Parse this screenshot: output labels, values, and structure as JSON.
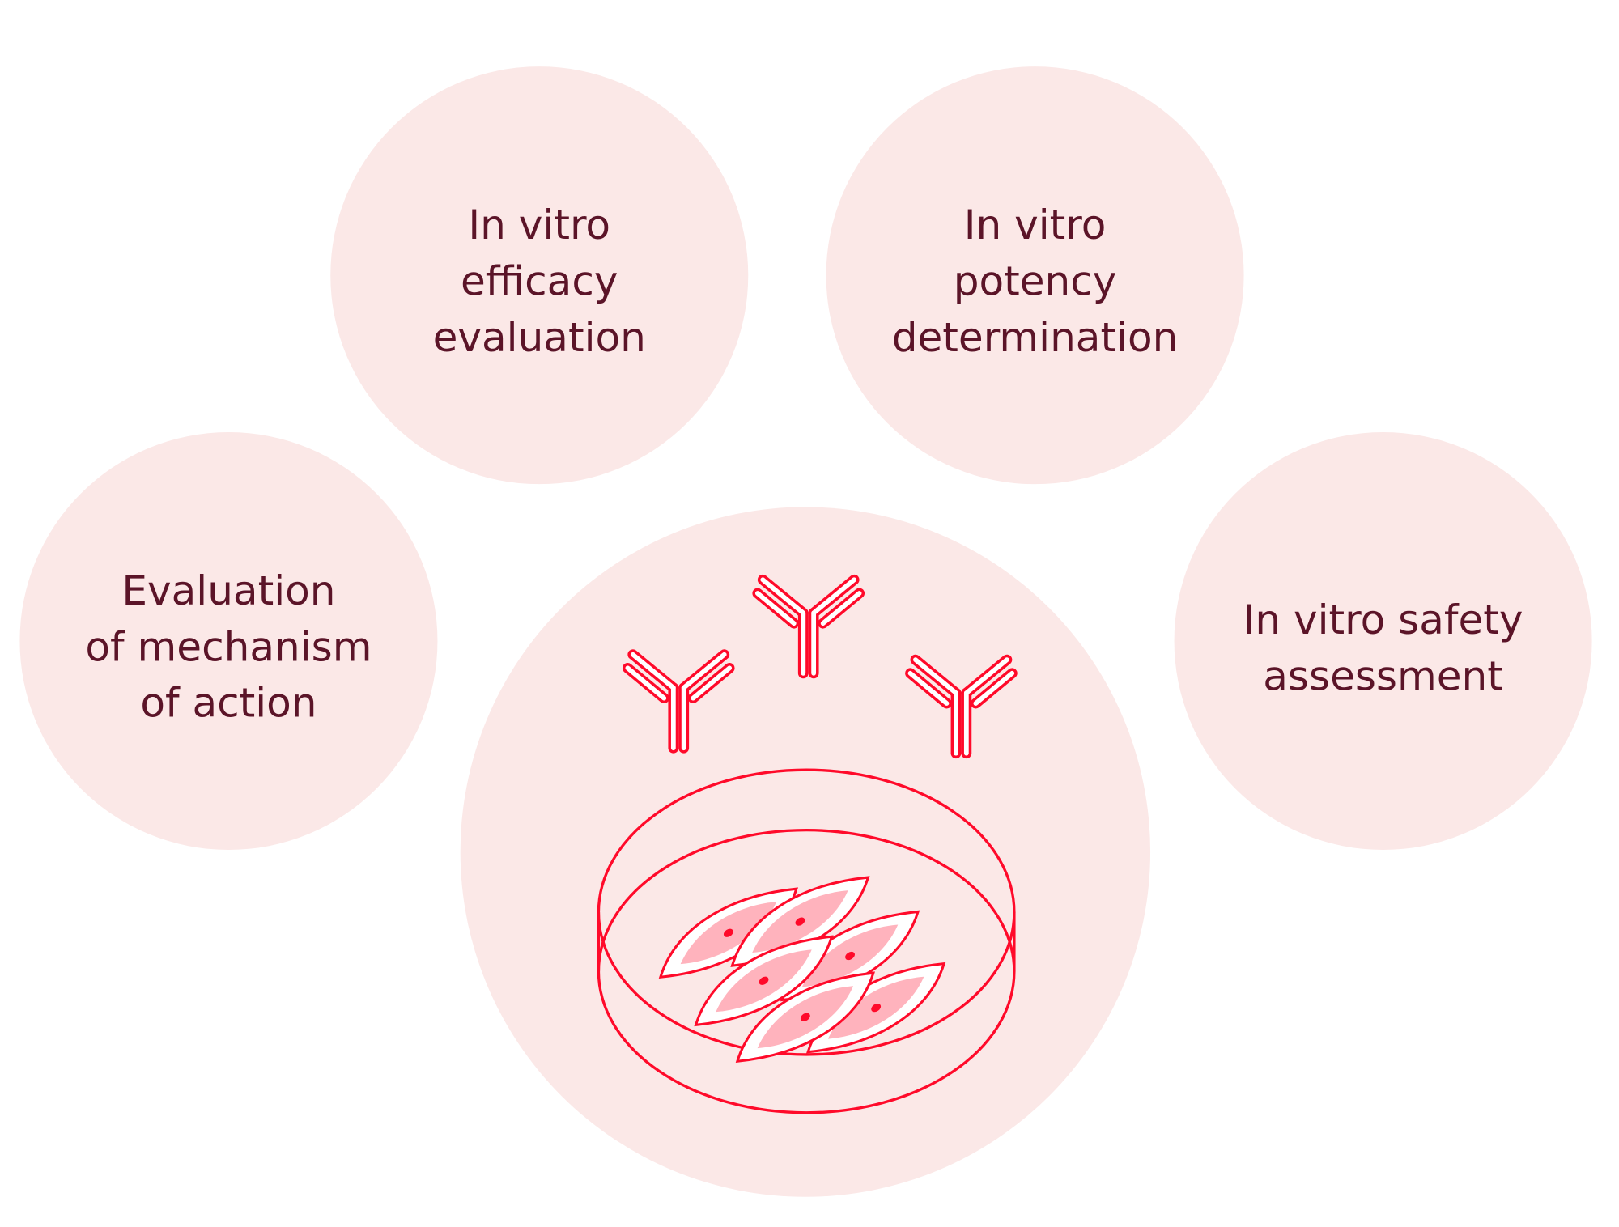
{
  "colors": {
    "circle_fill": "#fbe8e7",
    "text": "#5b1428",
    "accent_red": "#ff0a2a",
    "cell_inner": "#ffb3bd"
  },
  "bubbles": [
    {
      "name": "in-vitro-efficacy",
      "lines": [
        "In vitro",
        "efficacy",
        "evaluation"
      ]
    },
    {
      "name": "in-vitro-potency",
      "lines": [
        "In vitro",
        "potency",
        "determination"
      ]
    },
    {
      "name": "mechanism-of-action",
      "lines": [
        "Evaluation",
        "of mechanism",
        "of action"
      ]
    },
    {
      "name": "in-vitro-safety",
      "lines": [
        "In vitro safety",
        "assessment"
      ]
    }
  ],
  "center_icon": {
    "name": "antibodies-and-cell-culture-dish-icon"
  }
}
